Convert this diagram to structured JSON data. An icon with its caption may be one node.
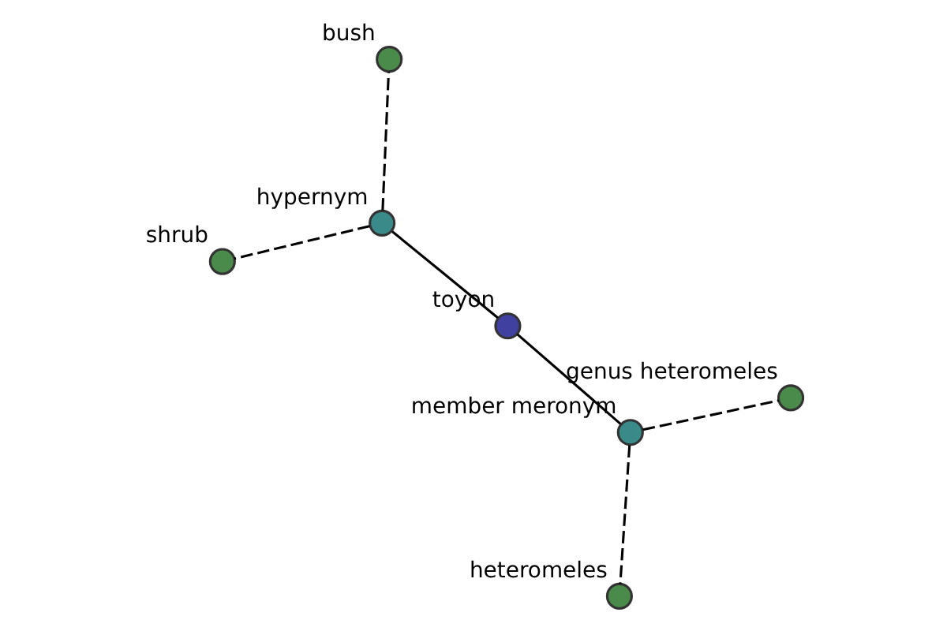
{
  "diagram": {
    "nodes": [
      {
        "text": [
          "heteromeles"
        ]
      },
      {
        "text": [
          "member meronym"
        ]
      },
      {
        "text": [
          "genus heteromeles"
        ]
      },
      {
        "text": [
          "toyon"
        ]
      },
      {
        "text": [
          "hypernym"
        ]
      },
      {
        "text": [
          "bush"
        ]
      },
      {
        "text": [
          "shrub"
        ]
      }
    ],
    "edges": [
      {
        "from": 3,
        "to": 1,
        "arrow": "none"
      },
      {
        "from": 3,
        "to": 4,
        "arrow": "none"
      },
      {
        "from": 1,
        "to": 0,
        "arrow": "none",
        "style": "dashed"
      },
      {
        "from": 1,
        "to": 2,
        "arrow": "none",
        "style": "dashed"
      },
      {
        "from": 4,
        "to": 5,
        "arrow": "none",
        "style": "dashed"
      },
      {
        "from": 4,
        "to": 6,
        "arrow": "none",
        "style": "dashed"
      }
    ]
  }
}
